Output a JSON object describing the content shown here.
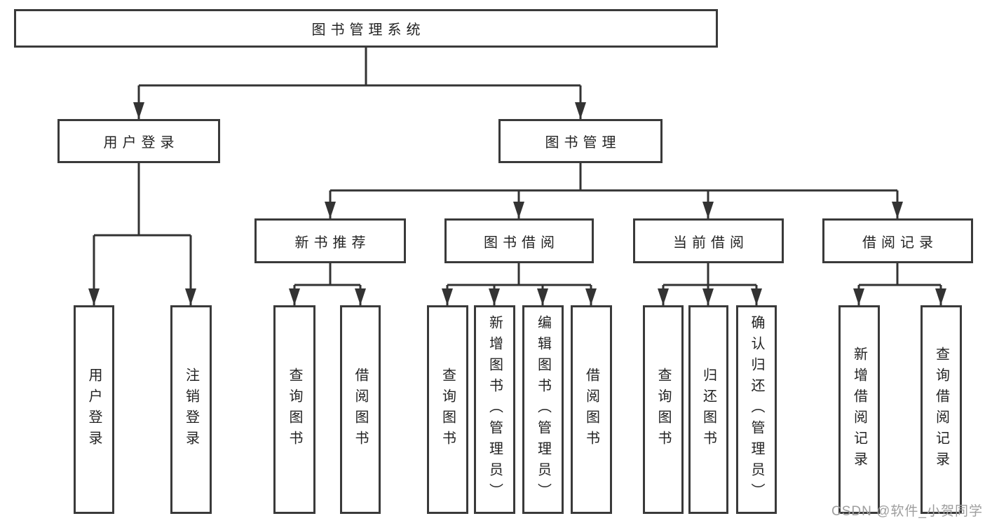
{
  "diagram": {
    "tree": {
      "root": {
        "label": "图书管理系统",
        "children": [
          {
            "label": "用户登录",
            "children": [
              {
                "label": "用户登录"
              },
              {
                "label": "注销登录"
              }
            ]
          },
          {
            "label": "图书管理",
            "children": [
              {
                "label": "新书推荐",
                "children": [
                  {
                    "label": "查询图书"
                  },
                  {
                    "label": "借阅图书"
                  }
                ]
              },
              {
                "label": "图书借阅",
                "children": [
                  {
                    "label": "查询图书"
                  },
                  {
                    "label": "新增图书（管理员）"
                  },
                  {
                    "label": "编辑图书（管理员）"
                  },
                  {
                    "label": "借阅图书"
                  }
                ]
              },
              {
                "label": "当前借阅",
                "children": [
                  {
                    "label": "查询图书"
                  },
                  {
                    "label": "归还图书"
                  },
                  {
                    "label": "确认归还（管理员）"
                  }
                ]
              },
              {
                "label": "借阅记录",
                "children": [
                  {
                    "label": "新增借阅记录"
                  },
                  {
                    "label": "查询借阅记录"
                  }
                ]
              }
            ]
          }
        ]
      }
    },
    "colors": {
      "box_border": "#3a3a3a",
      "connector": "#333333",
      "text": "#232323",
      "watermark": "#9e9e9e",
      "background": "#ffffff"
    }
  },
  "watermark": {
    "text": "CSDN @软件_小贺同学"
  }
}
